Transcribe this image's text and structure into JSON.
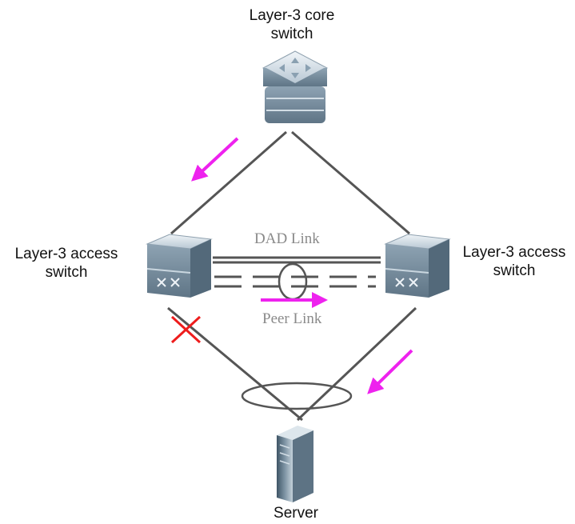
{
  "core_switch": {
    "label_line1": "Layer-3 core",
    "label_line2": "switch"
  },
  "left_access_switch": {
    "label_line1": "Layer-3 access",
    "label_line2": "switch"
  },
  "right_access_switch": {
    "label_line1": "Layer-3 access",
    "label_line2": "switch"
  },
  "server": {
    "label": "Server"
  },
  "links": {
    "dad_link": "DAD Link",
    "peer_link": "Peer Link"
  },
  "colors": {
    "traffic_arrow": "#ee22ee",
    "failure_mark": "#ee1c1c",
    "link_line": "#555555"
  },
  "icons": {
    "core_switch": "layer3-core-switch-icon",
    "access_switch": "layer3-access-switch-icon",
    "server": "server-tower-icon",
    "failure": "red-x-failure-icon",
    "traffic": "magenta-arrow-icon"
  }
}
